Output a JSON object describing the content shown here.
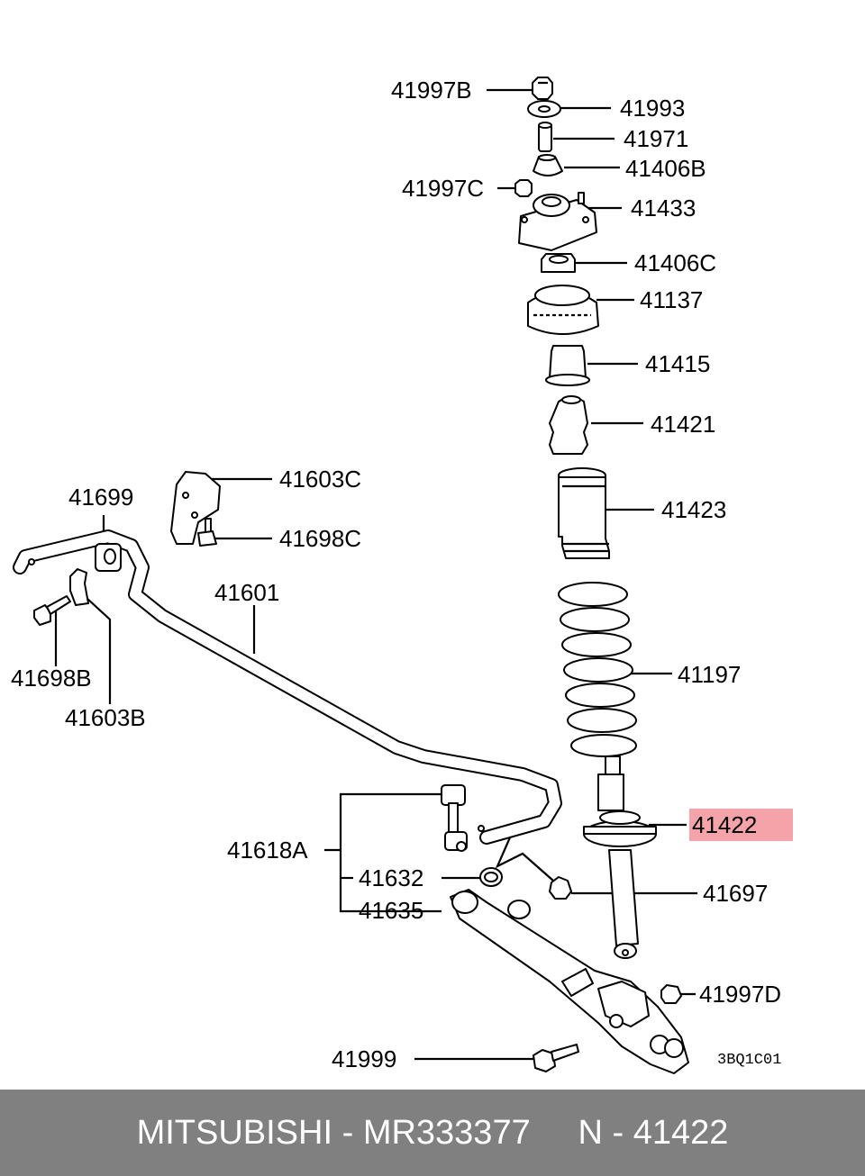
{
  "labels": {
    "p41997B": "41997B",
    "p41993": "41993",
    "p41971": "41971",
    "p41406B": "41406B",
    "p41997C": "41997C",
    "p41433": "41433",
    "p41406C": "41406C",
    "p41137": "41137",
    "p41415": "41415",
    "p41421": "41421",
    "p41603C": "41603C",
    "p41699": "41699",
    "p41423": "41423",
    "p41698C": "41698C",
    "p41601": "41601",
    "p41698B": "41698B",
    "p41197": "41197",
    "p41603B": "41603B",
    "p41422": "41422",
    "p41618A": "41618A",
    "p41632": "41632",
    "p41697": "41697",
    "p41635": "41635",
    "p41997D": "41997D",
    "p41999": "41999"
  },
  "diagram_code": "3BQ1C01",
  "highlight_color": "#f4a3a8",
  "footer": {
    "brand": "MITSUBISHI",
    "part_number": "MR333377",
    "n_label": "N",
    "ref": "41422"
  }
}
